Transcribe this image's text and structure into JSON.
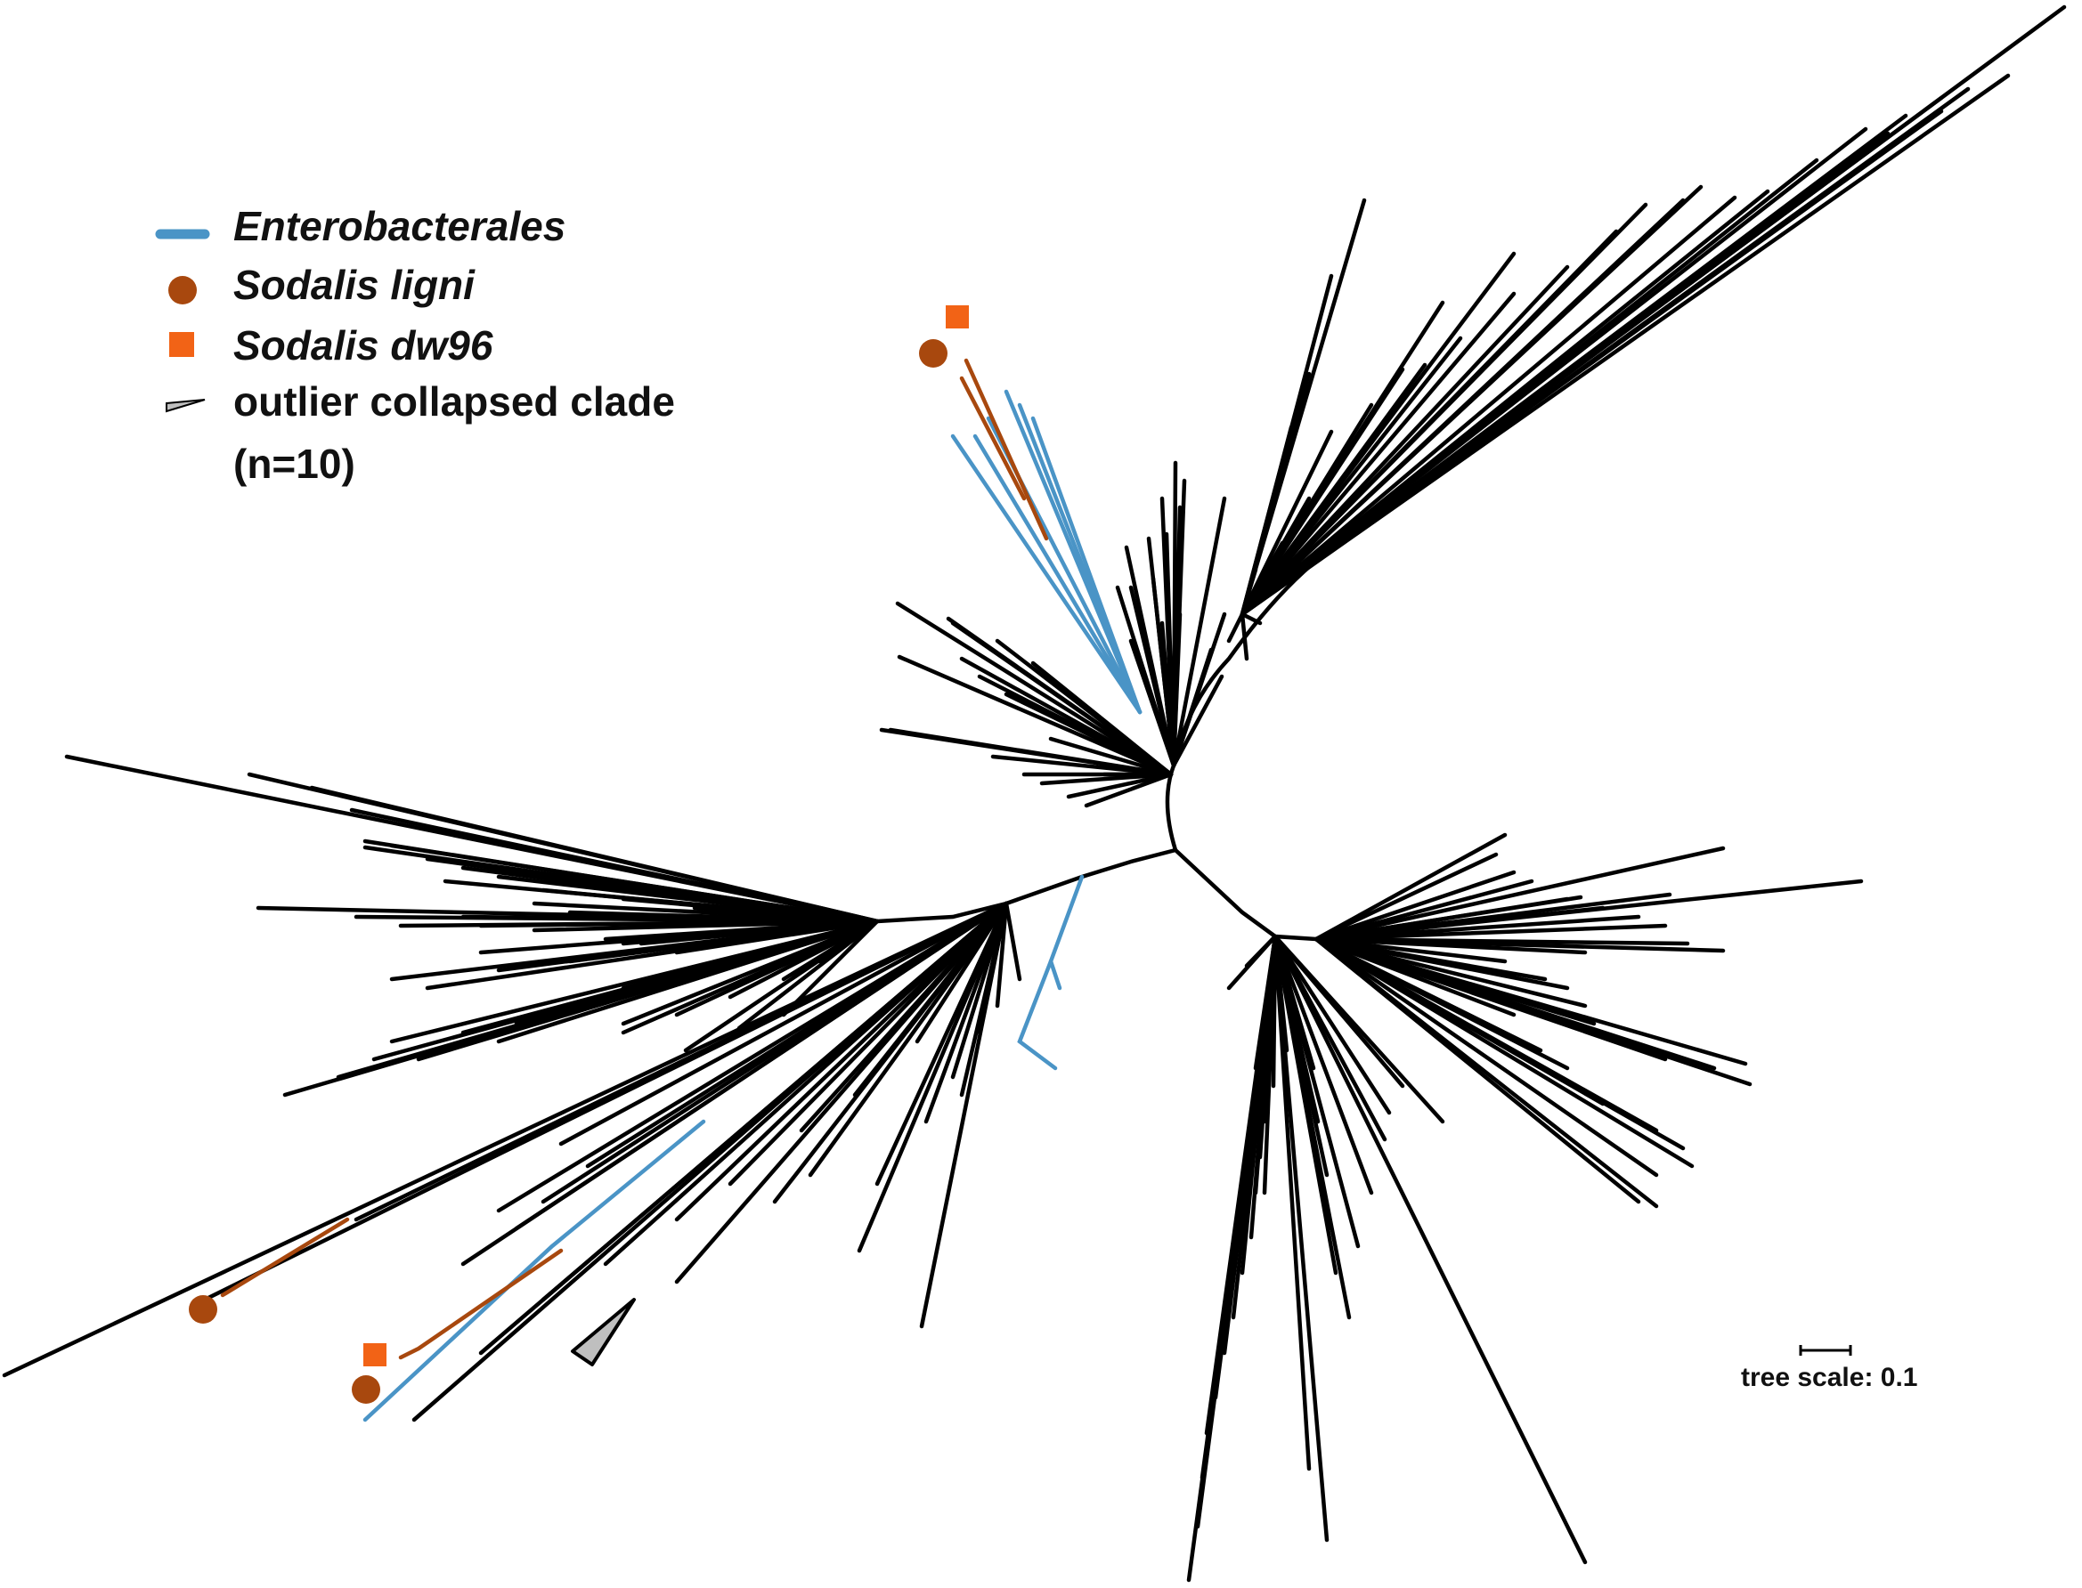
{
  "figure": {
    "type": "unrooted phylogenetic tree"
  },
  "colors": {
    "branch": "#000000",
    "enterobacterales": "#4a94c6",
    "sodalis_ligni": "#a8480e",
    "sodalis_dw96": "#f26316",
    "collapsed_clade": "#bfbfbf"
  },
  "legend": {
    "items": [
      {
        "label": "Enterobacterales",
        "symbol": "line",
        "color": "#4a94c6",
        "italic": true
      },
      {
        "label": "Sodalis ligni",
        "symbol": "circle",
        "color": "#a8480e",
        "italic": true
      },
      {
        "label": "Sodalis dw96",
        "symbol": "square",
        "color": "#f26316",
        "italic": true
      },
      {
        "label": "outlier collapsed clade",
        "symbol": "triangle",
        "color": "#bfbfbf",
        "italic": false
      }
    ],
    "note": "(n=10)"
  },
  "scale_bar": {
    "label": "tree scale: 0.1",
    "value": 0.1
  }
}
